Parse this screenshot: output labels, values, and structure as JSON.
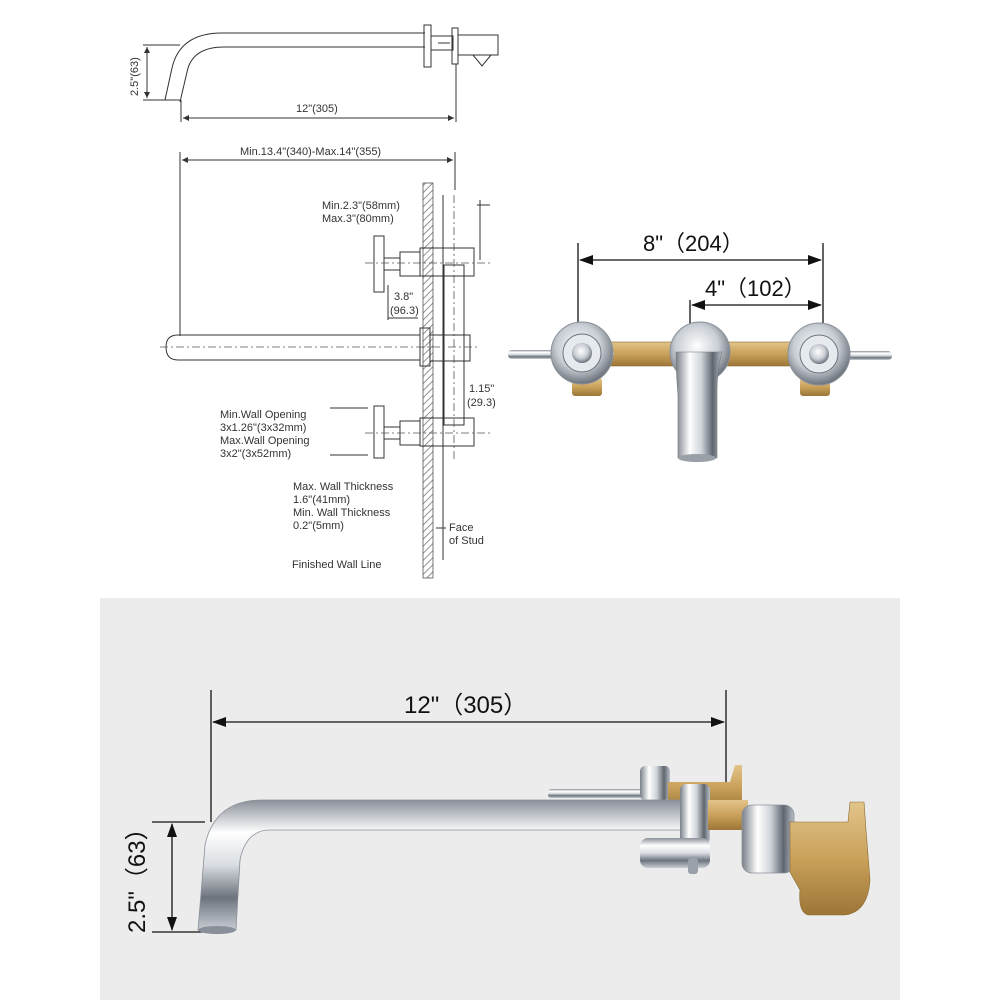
{
  "top_view": {
    "height_label": "2.5\"(63)",
    "length_label": "12\"(305)"
  },
  "section_view": {
    "overall_label": "Min.13.4\"(340)-Max.14\"(355)",
    "depth_min_label": "Min.2.3\"(58mm)",
    "depth_max_label": "Max.3\"(80mm)",
    "offset_label_value": "3.8\"",
    "offset_label_metric": "(96.3)",
    "pipe_label_value": "1.15\"",
    "pipe_label_metric": "(29.3)",
    "wall_opening_min_label": "Min.Wall Opening",
    "wall_opening_min_value": "3x1.26\"(3x32mm)",
    "wall_opening_max_label": "Max.Wall Opening",
    "wall_opening_max_value": "3x2\"(3x52mm)",
    "wall_thickness_max_label": "Max. Wall Thickness",
    "wall_thickness_max_value": "1.6\"(41mm)",
    "wall_thickness_min_label": "Min. Wall Thickness",
    "wall_thickness_min_value": "0.2\"(5mm)",
    "face_label_1": "Face",
    "face_label_2": "of Stud",
    "finished_wall_label": "Finished Wall Line"
  },
  "front_photo": {
    "spread_label": "8\"（204）",
    "center_label": "4\"（102）"
  },
  "side_photo": {
    "length_label": "12\"（305）",
    "height_label": "2.5\"（63）"
  },
  "colors": {
    "chrome_light": "#f4f6f8",
    "chrome_dark": "#6b7280",
    "brass": "#c9a15a",
    "panel_bg": "#ececec"
  }
}
